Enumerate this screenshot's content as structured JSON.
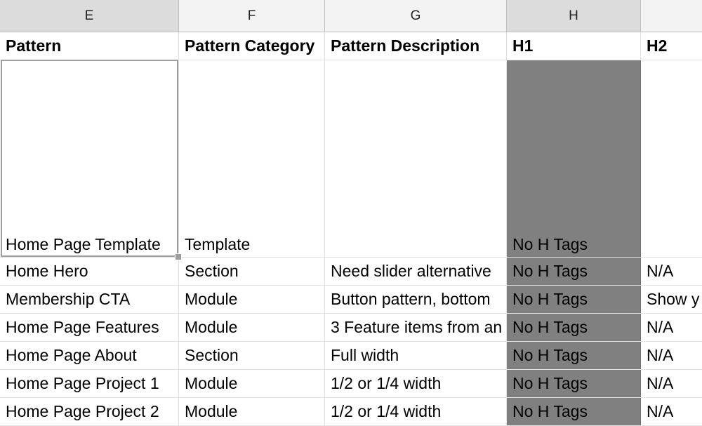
{
  "columns": [
    "E",
    "F",
    "G",
    "H",
    ""
  ],
  "headers": [
    "Pattern",
    "Pattern Category",
    "Pattern Description",
    "H1",
    "H2"
  ],
  "rows": [
    [
      "Home Page Template",
      "Template",
      "",
      "No H Tags",
      ""
    ],
    [
      "Home Hero",
      "Section",
      "Need slider alternative",
      "No H Tags",
      "N/A"
    ],
    [
      "Membership CTA",
      "Module",
      "Button pattern, bottom",
      "No H Tags",
      "Show y"
    ],
    [
      "Home Page Features",
      "Module",
      "3 Feature items from an",
      "No H Tags",
      "N/A"
    ],
    [
      "Home Page About",
      "Section",
      "Full width",
      "No H Tags",
      "N/A"
    ],
    [
      "Home Page Project 1",
      "Module",
      "1/2 or 1/4 width",
      "No H Tags",
      "N/A"
    ],
    [
      "Home Page Project 2",
      "Module",
      "1/2 or 1/4 width",
      "No H Tags",
      "N/A"
    ]
  ],
  "colors": {
    "highlight_column": "#808080",
    "header_bg": "#f3f3f3"
  }
}
